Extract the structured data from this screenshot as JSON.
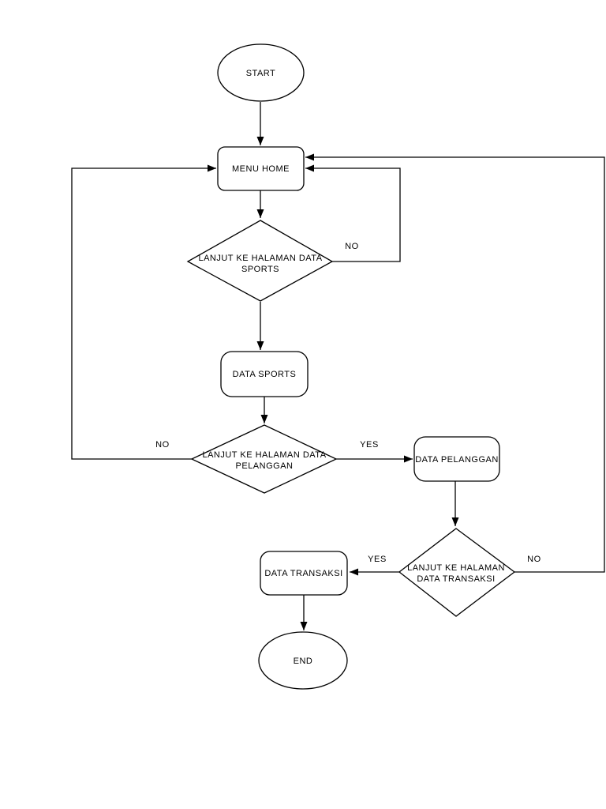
{
  "page": {
    "background_color": "#ffffff",
    "stroke_color": "#000000"
  },
  "diagram": {
    "nodes": {
      "start": {
        "label": "START"
      },
      "menu_home": {
        "label": "MENU HOME"
      },
      "decision_sports": {
        "line1": "LANJUT KE HALAMAN DATA",
        "line2": "SPORTS"
      },
      "data_sports": {
        "label": "DATA SPORTS"
      },
      "decision_pelanggan": {
        "line1": "LANJUT KE HALAMAN DATA",
        "line2": "PELANGGAN"
      },
      "data_pelanggan": {
        "label": "DATA PELANGGAN"
      },
      "decision_transaksi": {
        "line1": "LANJUT KE HALAMAN",
        "line2": "DATA TRANSAKSI"
      },
      "data_transaksi": {
        "label": "DATA TRANSAKSI"
      },
      "end": {
        "label": "END"
      }
    },
    "edge_labels": {
      "sports_no": "NO",
      "pelanggan_no": "NO",
      "pelanggan_yes": "YES",
      "transaksi_yes": "YES",
      "transaksi_no": "NO"
    }
  }
}
